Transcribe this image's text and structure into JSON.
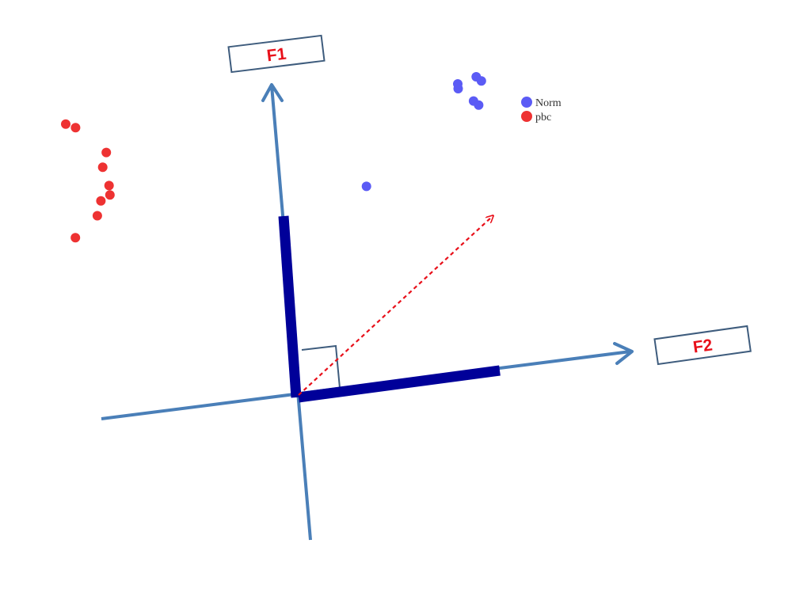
{
  "axes": {
    "f1_label": "F1",
    "f2_label": "F2"
  },
  "legend": {
    "items": [
      {
        "label": "Norm",
        "color": "#5b5bf5"
      },
      {
        "label": "pbc",
        "color": "#ee3232"
      }
    ]
  },
  "colors": {
    "axis": "#4a7fb8",
    "projection": "#000099",
    "vector": "#e8101a",
    "label_border": "#3e5c7d",
    "label_text": "#e8101a"
  },
  "chart_data": {
    "type": "scatter",
    "title": "",
    "xlabel": "F2",
    "ylabel": "F1",
    "series": [
      {
        "name": "Norm",
        "color": "#5b5bf5",
        "points": [
          [
            3.9,
            6.0
          ],
          [
            3.9,
            6.1
          ],
          [
            4.3,
            6.2
          ],
          [
            4.4,
            6.1
          ],
          [
            4.2,
            5.7
          ],
          [
            4.3,
            5.6
          ],
          [
            1.8,
            4.2
          ]
        ]
      },
      {
        "name": "pbc",
        "color": "#ee3232",
        "points": [
          [
            -4.4,
            6.3
          ],
          [
            -4.2,
            6.2
          ],
          [
            -3.6,
            5.6
          ],
          [
            -3.7,
            5.3
          ],
          [
            -3.6,
            4.9
          ],
          [
            -3.6,
            4.7
          ],
          [
            -3.8,
            4.6
          ],
          [
            -3.9,
            4.3
          ],
          [
            -4.4,
            3.9
          ]
        ]
      }
    ]
  }
}
